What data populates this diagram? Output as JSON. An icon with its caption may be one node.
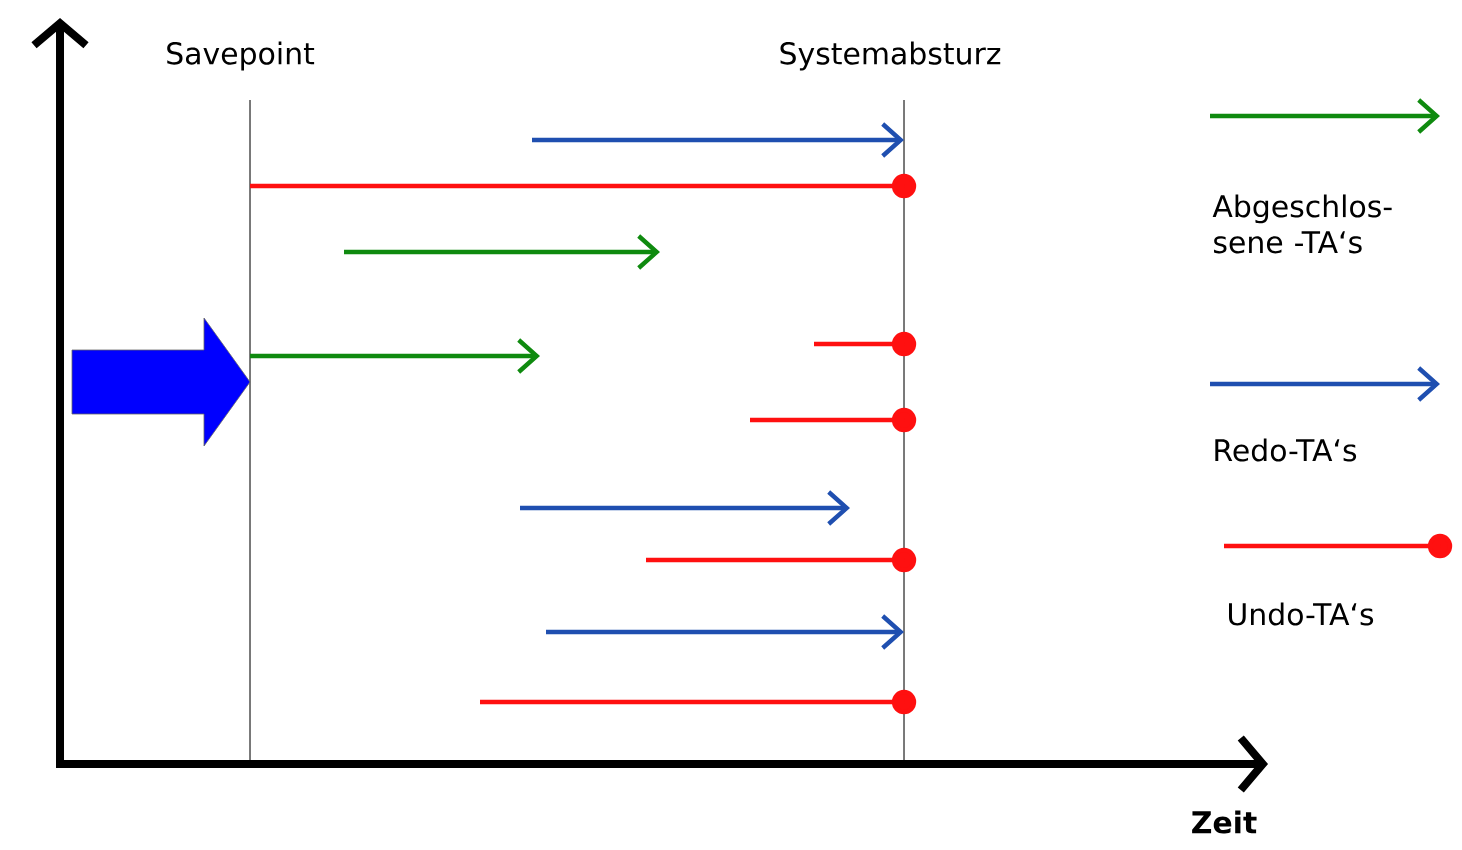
{
  "diagram": {
    "labels": [
      "Savepoint",
      "Systemabsturz",
      "Zeit"
    ],
    "legend": [
      {
        "text": "Abgeschlos- sene -TA‘s"
      },
      {
        "text": "Redo-TA‘s"
      },
      {
        "text": "Undo-TA‘s"
      }
    ]
  }
}
